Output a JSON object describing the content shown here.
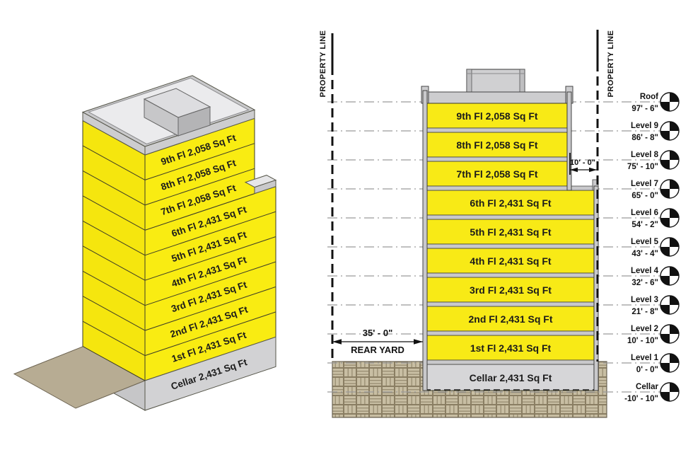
{
  "floors": [
    "9th Fl 2,058 Sq Ft",
    "8th Fl 2,058 Sq Ft",
    "7th Fl 2,058 Sq Ft",
    "6th Fl 2,431 Sq Ft",
    "5th Fl 2,431 Sq Ft",
    "4th Fl 2,431 Sq Ft",
    "3rd Fl 2,431 Sq Ft",
    "2nd Fl 2,431 Sq Ft",
    "1st Fl 2,431 Sq Ft",
    "Cellar 2,431 Sq Ft"
  ],
  "levels": [
    {
      "name": "Roof",
      "elevation": "97' - 6\""
    },
    {
      "name": "Level 9",
      "elevation": "86' - 8\""
    },
    {
      "name": "Level 8",
      "elevation": "75' - 10\""
    },
    {
      "name": "Level 7",
      "elevation": "65' - 0\""
    },
    {
      "name": "Level 6",
      "elevation": "54' - 2\""
    },
    {
      "name": "Level 5",
      "elevation": "43' - 4\""
    },
    {
      "name": "Level 4",
      "elevation": "32' - 6\""
    },
    {
      "name": "Level 3",
      "elevation": "21' - 8\""
    },
    {
      "name": "Level 2",
      "elevation": "10' - 10\""
    },
    {
      "name": "Level 1",
      "elevation": "0' - 0\""
    },
    {
      "name": "Cellar",
      "elevation": "-10' - 10\""
    }
  ],
  "annotations": {
    "property_line_left": "PROPERTY LINE",
    "property_line_right": "PROPERTY LINE",
    "rear_yard_dimension": "35' - 0\"",
    "rear_yard_label": "REAR YARD",
    "upper_setback_dimension": "10' - 0\""
  },
  "colors": {
    "floor_yellow": "#F8EA16",
    "slab_gray": "#CDCDCF",
    "cellar_gray": "#D6D6D8",
    "ground_tan": "#C8BEA3",
    "yard_plane_tan": "#B7AC93",
    "marker_black": "#111111"
  }
}
